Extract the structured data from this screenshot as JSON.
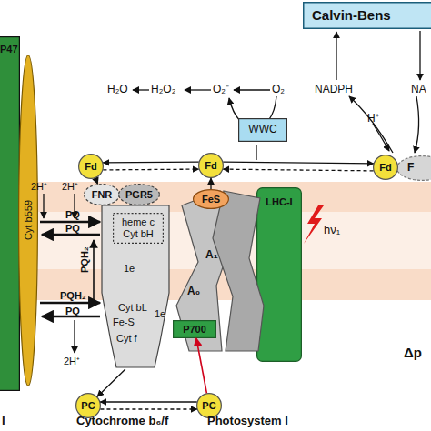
{
  "diagram": {
    "nodes": [
      {
        "text": [
          "Calvin-Bens"
        ]
      },
      {
        "text": [
          "WWC"
        ]
      },
      {
        "text": [
          "Fd"
        ]
      },
      {
        "text": [
          "Fd"
        ]
      },
      {
        "text": [
          "Fd"
        ]
      },
      {
        "text": [
          "F"
        ]
      },
      {
        "text": [
          "P47"
        ]
      },
      {
        "text": [
          "Cyt b559"
        ]
      },
      {
        "text": [
          "FNR"
        ]
      },
      {
        "text": [
          "PGR5"
        ]
      },
      {
        "text": [
          "Cyt bL",
          "Fe-S",
          "Cyt f"
        ]
      },
      {
        "text": [
          "heme c",
          "Cyt bH"
        ],
        "in": 10
      },
      {
        "text": [
          "A₁",
          "A₀"
        ]
      },
      {
        "text": [
          "FeS"
        ],
        "in": 12
      },
      {
        "text": [
          "LHC-I"
        ]
      },
      {
        "text": [
          "P700"
        ],
        "in": 12
      },
      {
        "text": [
          "PC"
        ]
      },
      {
        "text": [
          "PC"
        ]
      }
    ],
    "edges": [
      {
        "from": 3,
        "to": 2,
        "arrow": "to"
      },
      {
        "from": 2,
        "to": 3,
        "arrow": "to"
      },
      {
        "from": 3,
        "to": 4,
        "arrow": "to"
      },
      {
        "from": 4,
        "to": 3,
        "arrow": "to"
      },
      {
        "from": 2,
        "to": 8,
        "arrow": "to"
      },
      {
        "from": 13,
        "to": 3,
        "arrow": "to"
      },
      {
        "from": 10,
        "to": 16,
        "arrow": "to"
      },
      {
        "from": 17,
        "to": 15,
        "arrow": "to"
      },
      {
        "from": 17,
        "to": 16,
        "arrow": "to"
      },
      {
        "from": 16,
        "to": 17,
        "arrow": "to"
      }
    ],
    "labels": [
      "H₂O",
      "H₂O₂",
      "O₂⁻",
      "O₂",
      "NADPH",
      "NA",
      "H⁺",
      "2H⁺",
      "2H⁺",
      "2H⁺",
      "PQ",
      "PQ",
      "PQH₂",
      "PQH₂",
      "PQ",
      "1e",
      "1e",
      "hν₁",
      "Δp",
      "I",
      "Cytochrome b₆/f",
      "Photosystem I"
    ]
  }
}
